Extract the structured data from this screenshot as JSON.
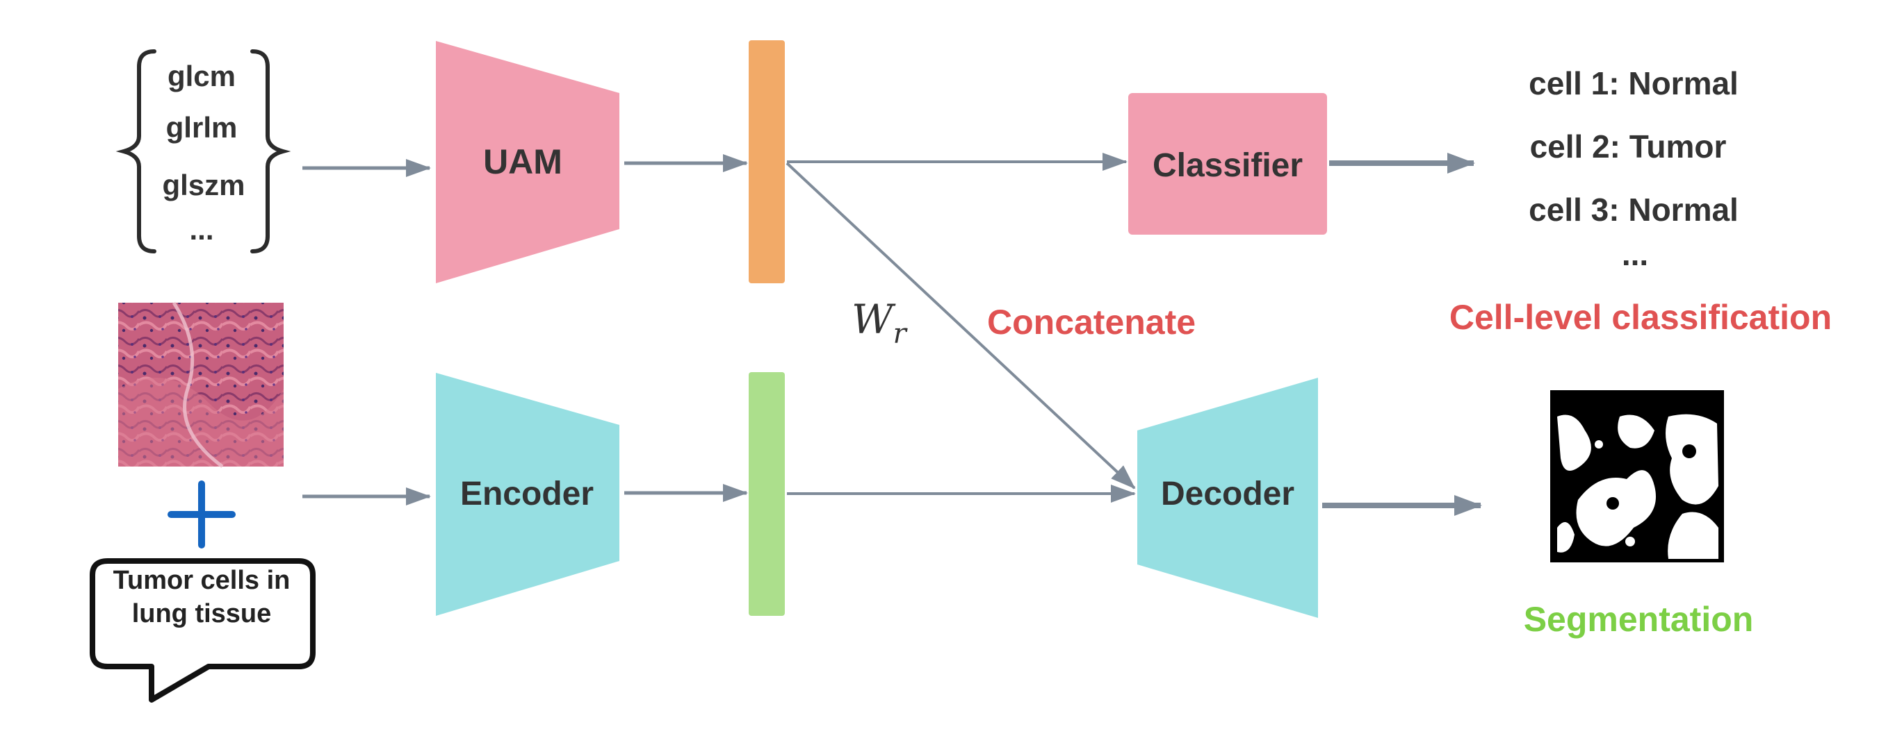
{
  "features": [
    "glcm",
    "glrlm",
    "glszm",
    "..."
  ],
  "modules": {
    "uam": "UAM",
    "encoder": "Encoder",
    "classifier": "Classifier",
    "decoder": "Decoder"
  },
  "prompt_text": "Tumor cells in lung tissue",
  "weight_label": "W",
  "weight_subscript": "r",
  "concatenate_label": "Concatenate",
  "classification_results": [
    "cell 1: Normal",
    "cell 2: Tumor",
    "cell 3: Normal",
    "..."
  ],
  "classification_title": "Cell-level classification",
  "segmentation_title": "Segmentation",
  "colors": {
    "uam": "#f29eb0",
    "classifier": "#f29eb0",
    "encoder": "#96dfe2",
    "decoder": "#96dfe2",
    "feature_bar_top": "#f2aa68",
    "feature_bar_bottom": "#acdf8c",
    "arrow": "#7f8b99",
    "title_red": "#e05252",
    "title_green": "#7ccf45",
    "plus": "#1565c0"
  },
  "icons": [
    "histology-patch-image",
    "plus-icon",
    "speech-bubble",
    "segmentation-mask-image"
  ]
}
